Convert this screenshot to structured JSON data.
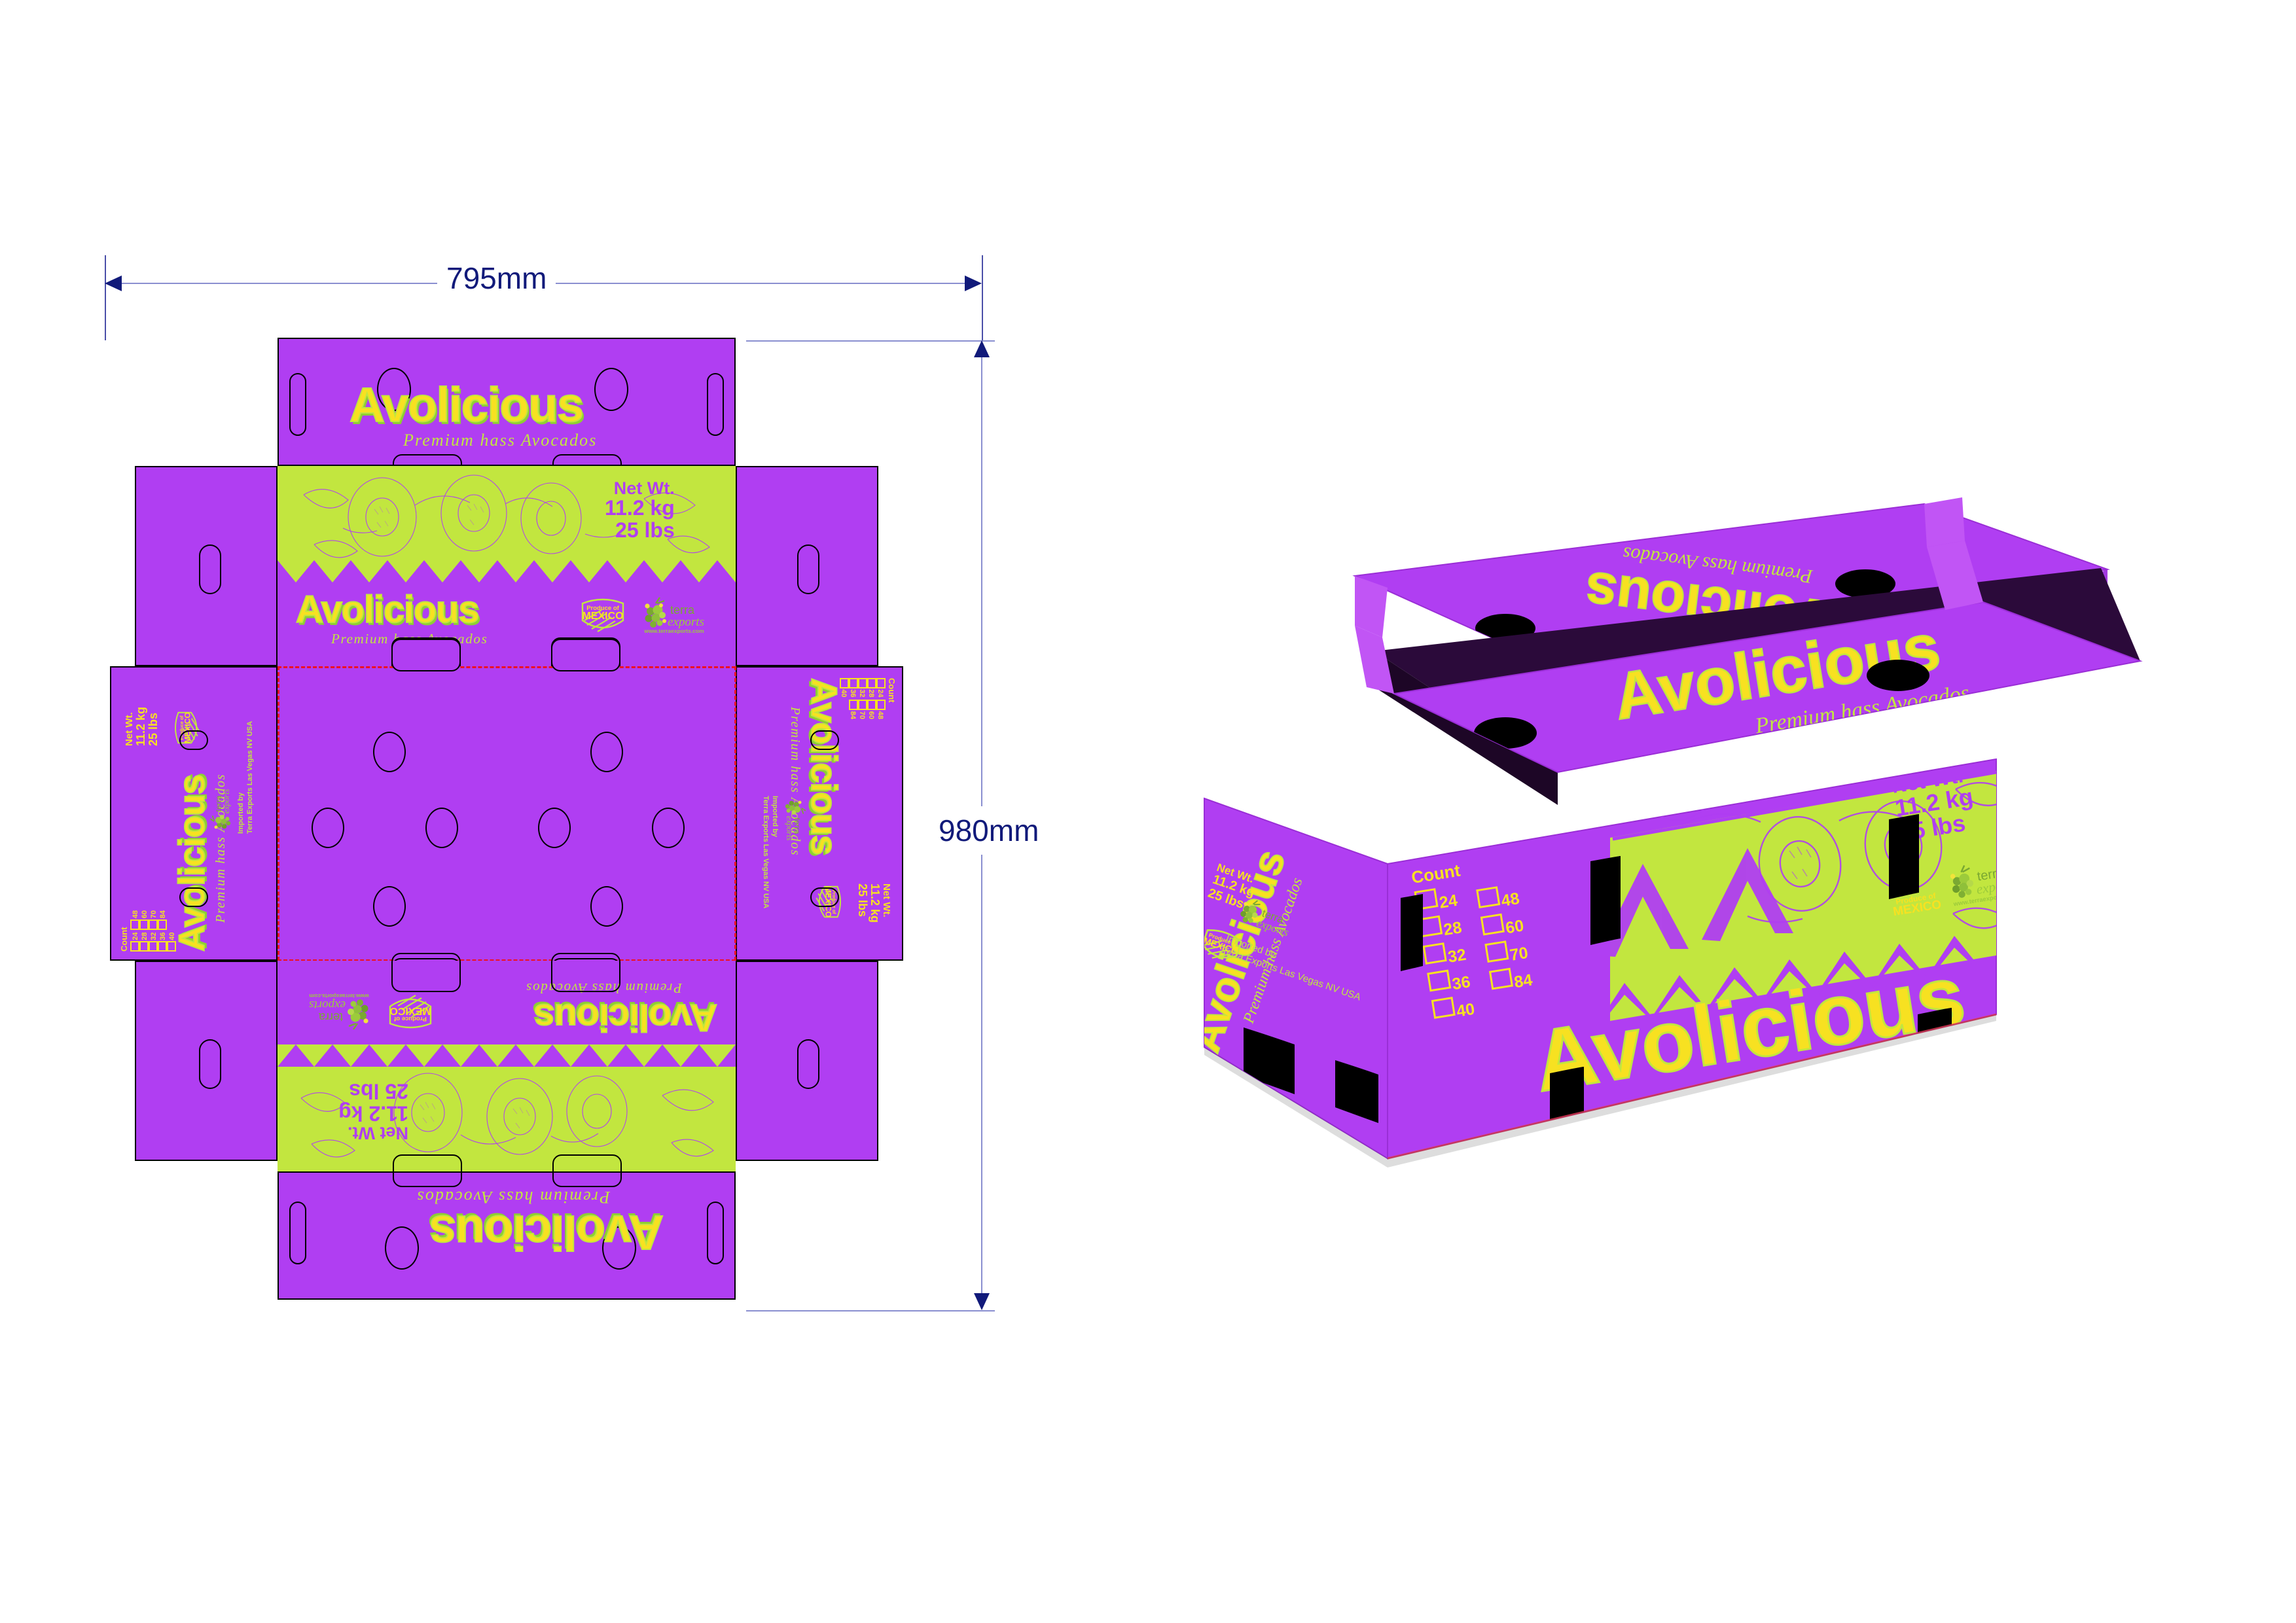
{
  "document": {
    "type": "packaging-dieline-and-3d-mockup",
    "product": "Avocado shipping carton"
  },
  "dimensions": {
    "width_label": "795mm",
    "height_label": "980mm",
    "line_color": "#111a7a"
  },
  "brand": {
    "name": "Avolicious",
    "tagline": "Premium hass Avocados",
    "logo_text_color": "#f7e121",
    "logo_outline_color": "#c2e63f"
  },
  "net_weight": {
    "label": "Net Wt.",
    "metric": "11.2 kg",
    "imperial": "25 lbs"
  },
  "origin_badge": {
    "line1": "Produce of",
    "line2": "MEXICO"
  },
  "exporter": {
    "name_line1": "terra",
    "name_line2": "exports",
    "website": "www.terraexports.com",
    "importer_line1": "Imported by",
    "importer_line2": "Terra Exports Las Vegas NV USA"
  },
  "count_grid": {
    "label": "Count",
    "column_left": [
      "24",
      "28",
      "32",
      "36",
      "40"
    ],
    "column_right": [
      "48",
      "60",
      "70",
      "84"
    ]
  },
  "colors": {
    "purple": "#b03ef2",
    "green": "#c2e63f",
    "yellow": "#f7e121",
    "navy": "#111a7a",
    "cut_line": "#000000",
    "fold_line": "#ee1122",
    "background": "#ffffff"
  },
  "artwork": {
    "pattern": "chevron-zigzag",
    "illustration": "hass-avocado-line-art"
  }
}
